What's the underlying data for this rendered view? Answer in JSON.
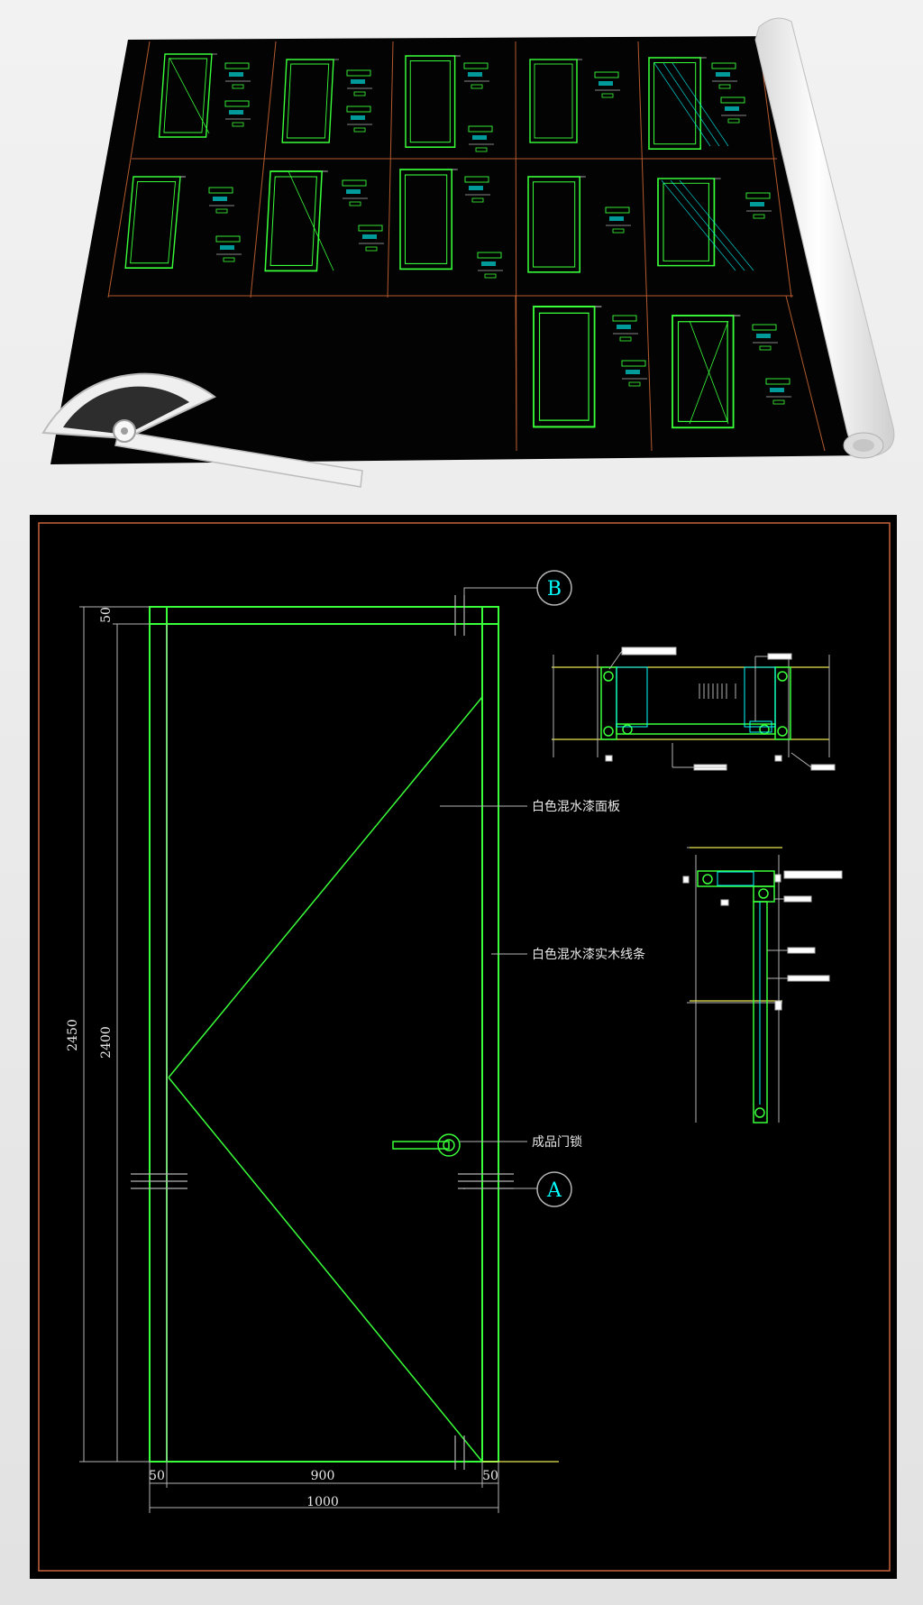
{
  "colors": {
    "background": "#ececec",
    "sheet": "#000000",
    "cad_green": "#39ff39",
    "cad_cyan": "#00ffff",
    "cad_grey": "#b4b4b4",
    "sheet_border": "#c8643c",
    "annotation_text": "#e8e8e8"
  },
  "preview": {
    "icons": [
      "paper-roll-icon",
      "protractor-icon"
    ]
  },
  "drawing": {
    "callouts": [
      {
        "id": "panel",
        "text": "白色混水漆面板"
      },
      {
        "id": "trim",
        "text": "白色混水漆实木线条"
      },
      {
        "id": "handle",
        "text": "成品门锁"
      }
    ],
    "section_marks": {
      "top": "B",
      "bottom": "A"
    },
    "dimensions": {
      "total_height": "2450",
      "leaf_height": "2400",
      "top_frame": "50",
      "left_frame": "50",
      "opening": "900",
      "right_frame": "50",
      "total_width": "1000"
    }
  }
}
